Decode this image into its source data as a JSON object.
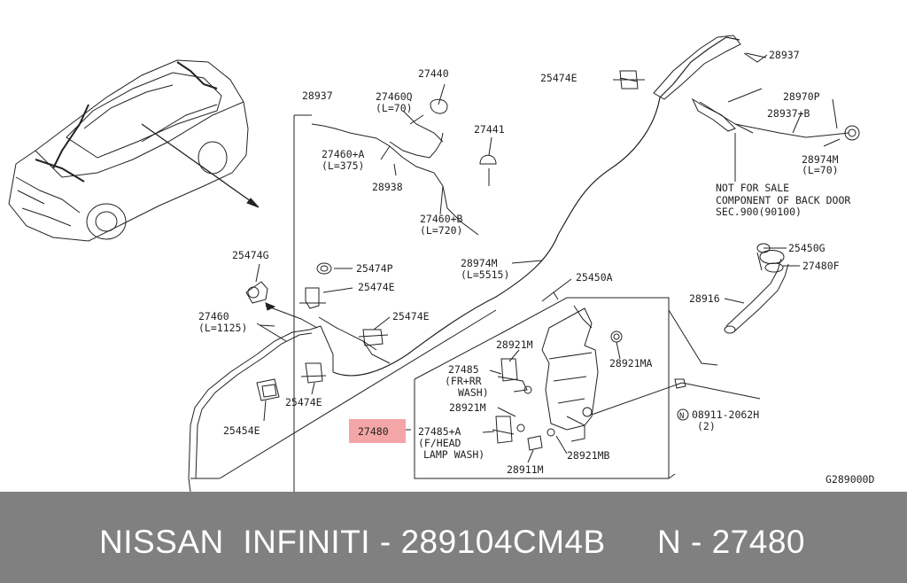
{
  "labels": {
    "p28937_top": "28937",
    "p25474E_top": "25474E",
    "p28970P": "28970P",
    "p28937B": "28937+B",
    "p28974M_70": "28974M",
    "l70_b": "(L=70)",
    "note1": "NOT FOR SALE",
    "note2": "COMPONENT OF BACK DOOR",
    "note3": "SEC.900(90100)",
    "p27440": "27440",
    "p28937_left": "28937",
    "p27460Q": "27460Q",
    "l70_a": "(L=70)",
    "p27441": "27441",
    "p27460A": "27460+A",
    "l375": "(L=375)",
    "p28938": "28938",
    "p27460B": "27460+B",
    "l720": "(L=720)",
    "p28974M_5515": "28974M",
    "l5515": "(L=5515)",
    "p25474G": "25474G",
    "p25474P": "25474P",
    "p25474E_mid": "25474E",
    "p25474E_right": "25474E",
    "p27460": "27460",
    "l1125": "(L=1125)",
    "p25474E_low": "25474E",
    "p25454E": "25454E",
    "p25450A": "25450A",
    "p28921M_a": "28921M",
    "p28921MA": "28921MA",
    "p27485": "27485",
    "frrr1": "(FR+RR",
    "frrr2": "WASH)",
    "p28921M_b": "28921M",
    "p27480_hl": "27480",
    "p27485A": "27485+A",
    "fhead1": "(F/HEAD",
    "fhead2": "LAMP WASH)",
    "p28921MB": "28921MB",
    "p28911M": "28911M",
    "p25450G": "25450G",
    "p27480F": "27480F",
    "p28916": "28916",
    "bolt_n": "N",
    "p08911": "08911-2062H",
    "qty2": "(2)",
    "ref": "G289000D"
  },
  "footer": {
    "left": "NISSAN  INFINITI - 289104CM4B",
    "right": "N - 27480"
  },
  "colors": {
    "highlight": "#f4a6a6",
    "footer_bg": "#808080",
    "line": "#222222"
  }
}
